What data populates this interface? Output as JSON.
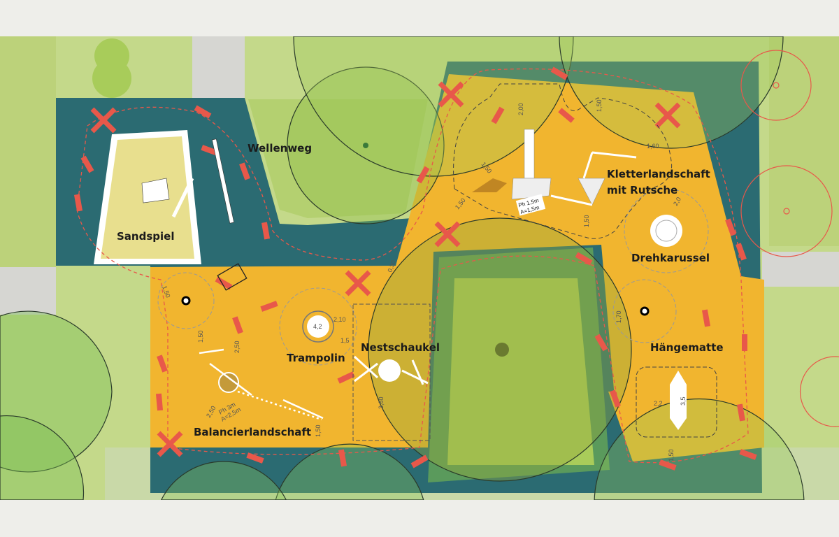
{
  "labels": {
    "wellenweg": "Wellenweg",
    "sandspiel": "Sandspiel",
    "kletter_1": "Kletterlandschaft",
    "kletter_2": "mit Rutsche",
    "drehkarussel": "Drehkarussel",
    "trampolin": "Trampolin",
    "nestschaukel": "Nestschaukel",
    "balancier": "Balancierlandschaft",
    "haengematte": "Hängematte"
  },
  "dimensions": {
    "kl_200": "2,00",
    "kl_150a": "1,50",
    "kl_160": "1,60",
    "kl_150b": "1,50",
    "kl_150c": "1,50",
    "kl_150d": "1,50",
    "kl_ph": "Ph 1,5m",
    "kl_a": "A=1,5m",
    "dreh_20": "2,0",
    "ba_150a": "1,50",
    "ba_030": "0,30",
    "tr_42": "4,2",
    "tr_210": "2,10",
    "tr_15": "1,5",
    "ba_150b": "1,50",
    "ba_250a": "2,50",
    "ba_250b": "2,50",
    "ba_ph": "Ph 3m",
    "ba_a": "A=2,5m",
    "ba_150c": "1,50",
    "ns_360": "3,60",
    "hm_170": "1,70",
    "hm_22": "2,2",
    "hm_35": "3,5",
    "hm_150": "1,50"
  },
  "colors": {
    "background": "#eeeeea",
    "grass": "#c4d98a",
    "teal": "#2b6b72",
    "orange": "#f1b52f",
    "lawn": "#a9cc5a",
    "dark_green": "#5a9a5c",
    "red": "#e8584a"
  }
}
